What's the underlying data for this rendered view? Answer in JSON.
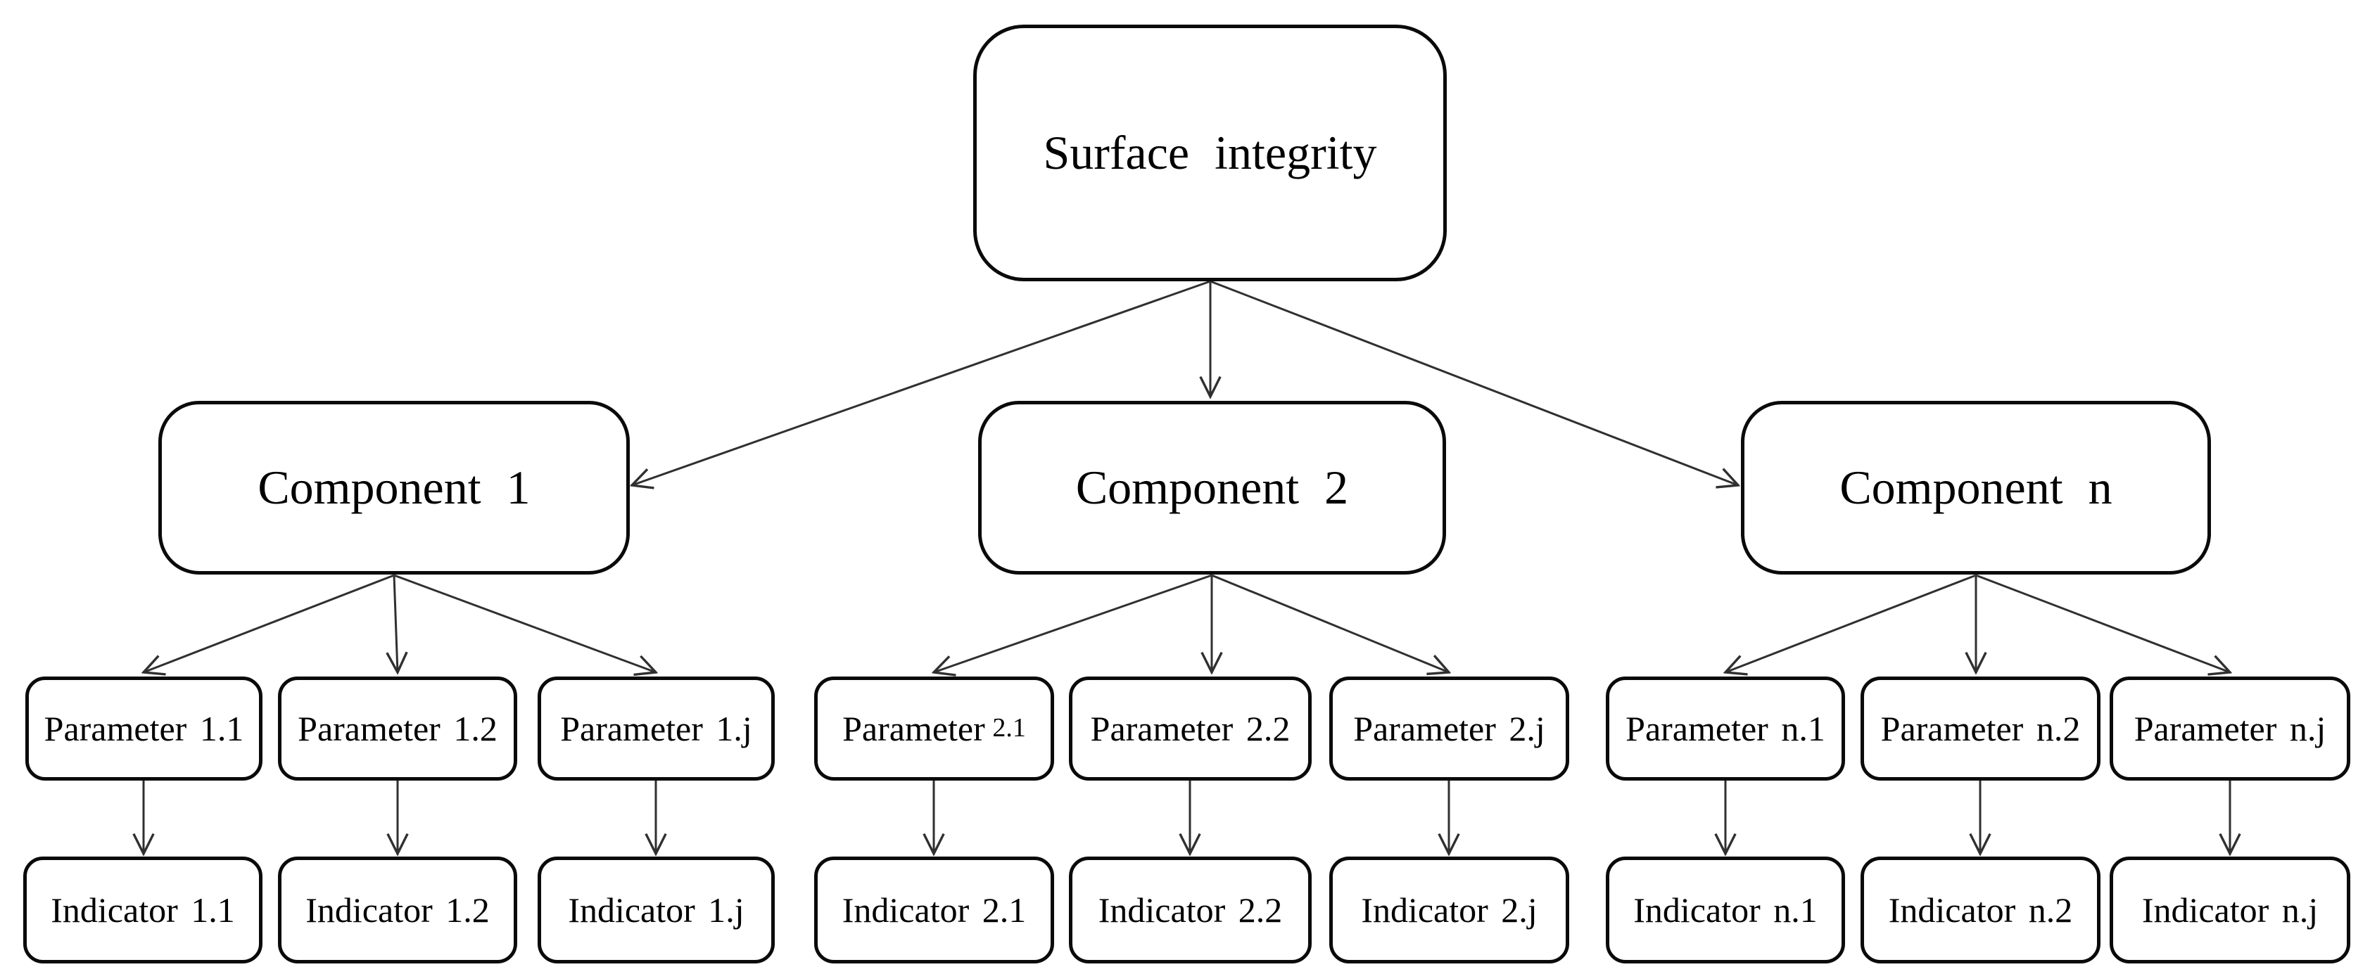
{
  "diagram": {
    "root": {
      "label": "Surface integrity"
    },
    "columns": [
      {
        "component": {
          "label": "Component 1"
        },
        "parameters": [
          {
            "label": "Parameter 1.1"
          },
          {
            "label": "Parameter 1.2"
          },
          {
            "label": "Parameter 1.j"
          }
        ],
        "indicators": [
          {
            "label": "Indicator 1.1"
          },
          {
            "label": "Indicator 1.2"
          },
          {
            "label": "Indicator 1.j"
          }
        ]
      },
      {
        "component": {
          "label": "Component 2"
        },
        "parameters": [
          {
            "label_prefix": "Parameter",
            "label_suffix": "2.1"
          },
          {
            "label": "Parameter 2.2"
          },
          {
            "label": "Parameter 2.j"
          }
        ],
        "indicators": [
          {
            "label": "Indicator 2.1"
          },
          {
            "label": "Indicator 2.2"
          },
          {
            "label": "Indicator 2.j"
          }
        ]
      },
      {
        "component": {
          "label": "Component n"
        },
        "parameters": [
          {
            "label": "Parameter n.1"
          },
          {
            "label": "Parameter n.2"
          },
          {
            "label": "Parameter n.j"
          }
        ],
        "indicators": [
          {
            "label": "Indicator n.1"
          },
          {
            "label": "Indicator n.2"
          },
          {
            "label": "Indicator n.j"
          }
        ]
      }
    ],
    "colors": {
      "box_border": "#0a0a0a",
      "arrow": "#303030",
      "background": "#ffffff",
      "text": "#000000"
    }
  }
}
